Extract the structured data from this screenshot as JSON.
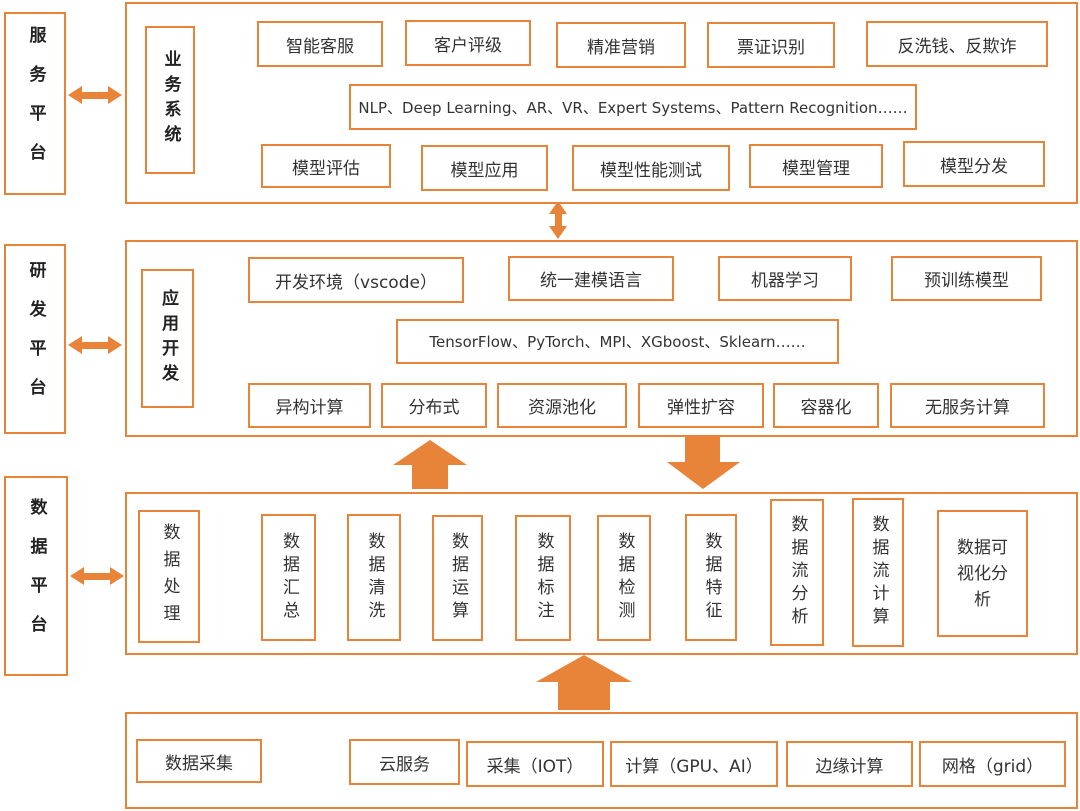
{
  "platforms": {
    "service": "服务平台",
    "rnd": "研发平台",
    "data": "数据平台"
  },
  "service_layer": {
    "title": "业务系统",
    "row1": [
      "智能客服",
      "客户评级",
      "精准营销",
      "票证识别",
      "反洗钱、反欺诈"
    ],
    "tech": "NLP、Deep Learning、AR、VR、Expert Systems、Pattern Recognition……",
    "row2": [
      "模型评估",
      "模型应用",
      "模型性能测试",
      "模型管理",
      "模型分发"
    ]
  },
  "rnd_layer": {
    "title": "应用开发",
    "row1": [
      "开发环境（vscode）",
      "统一建模语言",
      "机器学习",
      "预训练模型"
    ],
    "tech": "TensorFlow、PyTorch、MPI、XGboost、Sklearn……",
    "row2": [
      "异构计算",
      "分布式",
      "资源池化",
      "弹性扩容",
      "容器化",
      "无服务计算"
    ]
  },
  "data_layer": {
    "processing": "数据处理",
    "items": [
      "数据汇总",
      "数据清洗",
      "数据运算",
      "数据标注",
      "数据检测",
      "数据特征",
      "数据流分析",
      "数据流计算"
    ],
    "visual": "数据可视化分析"
  },
  "collection_layer": {
    "collect": "数据采集",
    "items": [
      "云服务",
      "采集（IOT）",
      "计算（GPU、AI）",
      "边缘计算",
      "网格（grid）"
    ]
  },
  "colors": {
    "accent": "#E8843A"
  }
}
